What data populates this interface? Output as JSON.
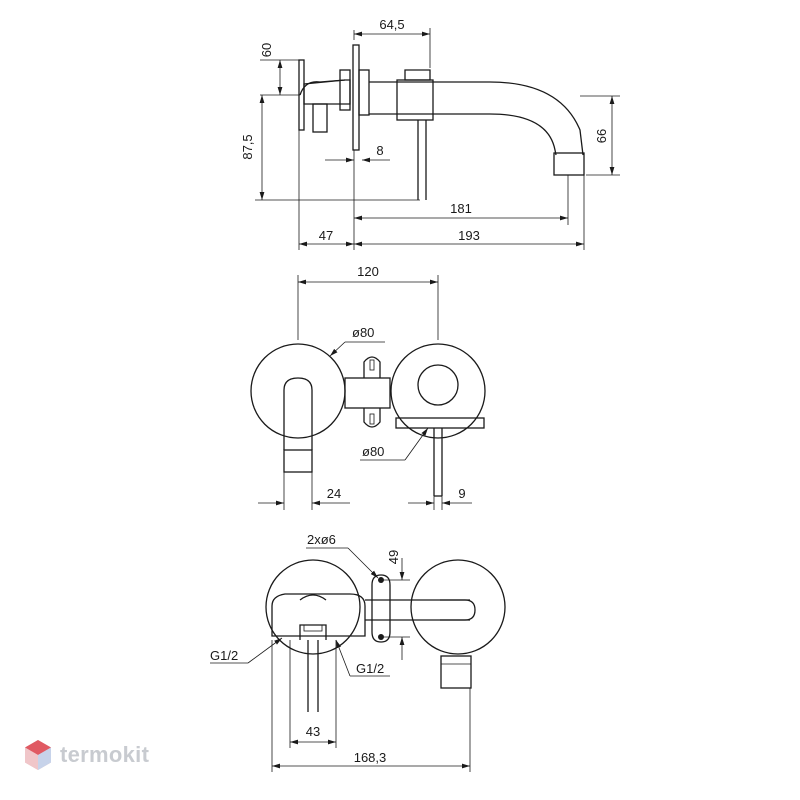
{
  "dimensions": {
    "side_view": {
      "d64_5": "64,5",
      "d60": "60",
      "d87_5": "87,5",
      "d8": "8",
      "d66": "66",
      "d181": "181",
      "d47": "47",
      "d193": "193"
    },
    "top_view": {
      "d120": "120",
      "dia80_a": "ø80",
      "dia80_b": "ø80",
      "d24": "24",
      "d9": "9"
    },
    "front_view": {
      "holes": "2xø6",
      "d49": "49",
      "g12_a": "G1/2",
      "g12_b": "G1/2",
      "d43": "43",
      "d168_3": "168,3"
    }
  },
  "watermark": {
    "text": "termokit"
  },
  "colors": {
    "line": "#1a1a1a",
    "watermark_text": "#c8cbd0",
    "watermark_red": "#e05a63"
  }
}
